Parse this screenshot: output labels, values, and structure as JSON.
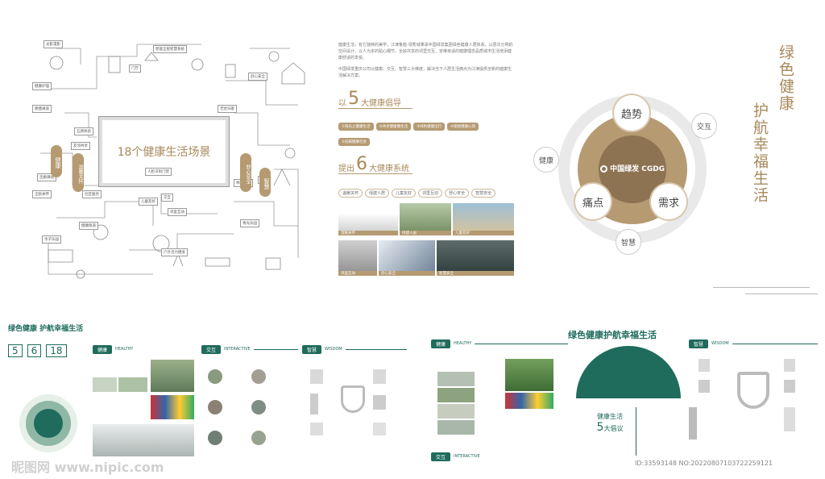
{
  "map": {
    "center_label": "18个健康生活场景",
    "nodes": [
      "光影漫影",
      "智能全屋智慧系统",
      "健康护理",
      "便捷通道",
      "五感体验",
      "友邻共享",
      "连廊驿站",
      "全龄关怀",
      "社区服务",
      "儿童友好",
      "邻里互动",
      "健康跑道",
      "门厅",
      "交互",
      "亲子乐园",
      "智慧",
      "舒心安全",
      "户外活力健身",
      "青光乐园",
      "无忧归家",
      "林荫步道",
      "人脸识别门禁"
    ],
    "nodes_vertical": [
      "健康",
      "温馨关怀",
      "舒心安全",
      "智慧"
    ]
  },
  "intro": {
    "p1": "健康生活，有它独特的美学。江津鲁能·领秀城秉承中国绿发集团绿色健康人居体系，以层次分明的空间设计，以人为本的贴心细节，全龄共享的邻里交互，安维亲适的健康理念品质城市生活增添健康舒适的享受。",
    "p2": "中国绿发重庆公司以健康、交互、智慧三大维度，解决当下人居生活痛点为江津提供全新的健康生活解决方案。",
    "advocate_title": "以",
    "advocate_num": "5",
    "advocate_suffix": "大健康倡导",
    "advocates": [
      "①阳光之健康生活",
      "②共享健康圈生活",
      "③绿色健康出行",
      "④愉悦健康心境",
      "⑤低碳健康社会"
    ],
    "system_title": "提出",
    "system_num": "6",
    "system_suffix": "大健康系统",
    "systems": [
      "温暖关怀",
      "绿建人居",
      "儿童友好",
      "邻里互动",
      "舒心安全",
      "智慧安全"
    ],
    "photos": [
      "温暖关怀",
      "绿建人居",
      "儿童友好",
      "邻里互动",
      "舒心安全",
      "智慧安全"
    ]
  },
  "diagram": {
    "center_brand": "中国绿发 CGDG",
    "inner": [
      "趋势",
      "痛点",
      "需求"
    ],
    "outer": [
      "交互",
      "健康",
      "智慧"
    ]
  },
  "vertical_title": {
    "col1": "绿色健康",
    "col2": "护航幸福生活"
  },
  "bottom_left": {
    "title": "绿色健康 护航幸福生活",
    "stats": [
      "5",
      "6",
      "18"
    ],
    "sections": [
      {
        "pill": "健康",
        "en": "HEALTHY"
      },
      {
        "pill": "交互",
        "en": "INTERACTIVE"
      },
      {
        "pill": "智慧",
        "en": "WISDOM"
      }
    ]
  },
  "bottom_right": {
    "title": "绿色健康护航幸福生活",
    "healthy_pill": "健康",
    "healthy_en": "HEALTHY",
    "interactive_pill": "交互",
    "interactive_en": "INTERACTIVE",
    "wisdom_pill": "智慧",
    "wisdom_en": "WISDOM",
    "dome_line1": "健康生活",
    "dome_line2": "5",
    "dome_line3": "大倡议"
  },
  "watermark": {
    "left": "昵图网 www.nipic.com",
    "right": "ID:33593148 NO:20220807103722259121"
  },
  "colors": {
    "gold": "#b59a72",
    "teal": "#1f6b5c",
    "ring": "#e6e6e6"
  }
}
